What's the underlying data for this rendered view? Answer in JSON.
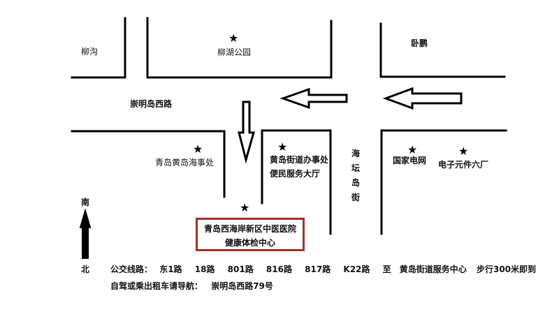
{
  "places": {
    "liugou": "柳沟",
    "liuhu_park": "柳湖公园",
    "wopeng": "卧鹏",
    "qingdao_huangdao_maritime": "青岛黄岛海事处",
    "huangdao_office": "黄岛街道办事处",
    "service_hall": "便民服务大厅",
    "state_grid": "国家电网",
    "electronics_factory": "电子元件六厂"
  },
  "roads": {
    "chongmingdao_west": "崇明岛西路",
    "haitan_dao_jie": [
      "海",
      "坛",
      "岛",
      "街"
    ]
  },
  "hospital": {
    "line1": "青岛西海岸新区中医医院",
    "line2": "健康体检中心",
    "border_color": "#a3302a"
  },
  "compass": {
    "south": "南",
    "north": "北"
  },
  "transit": {
    "bus_label": "公交线路：",
    "routes": [
      "东1路",
      "18路",
      "801路",
      "816路",
      "817路",
      "K22路"
    ],
    "to": "至",
    "stop": "黄岛街道服务中心",
    "walk": "步行300米即到",
    "nav_label": "自驾或乘出租车请导航：",
    "address": "崇明岛西路79号"
  },
  "icons": [
    "star-icon",
    "arrow-left-icon",
    "arrow-down-icon",
    "arrow-up-icon"
  ]
}
